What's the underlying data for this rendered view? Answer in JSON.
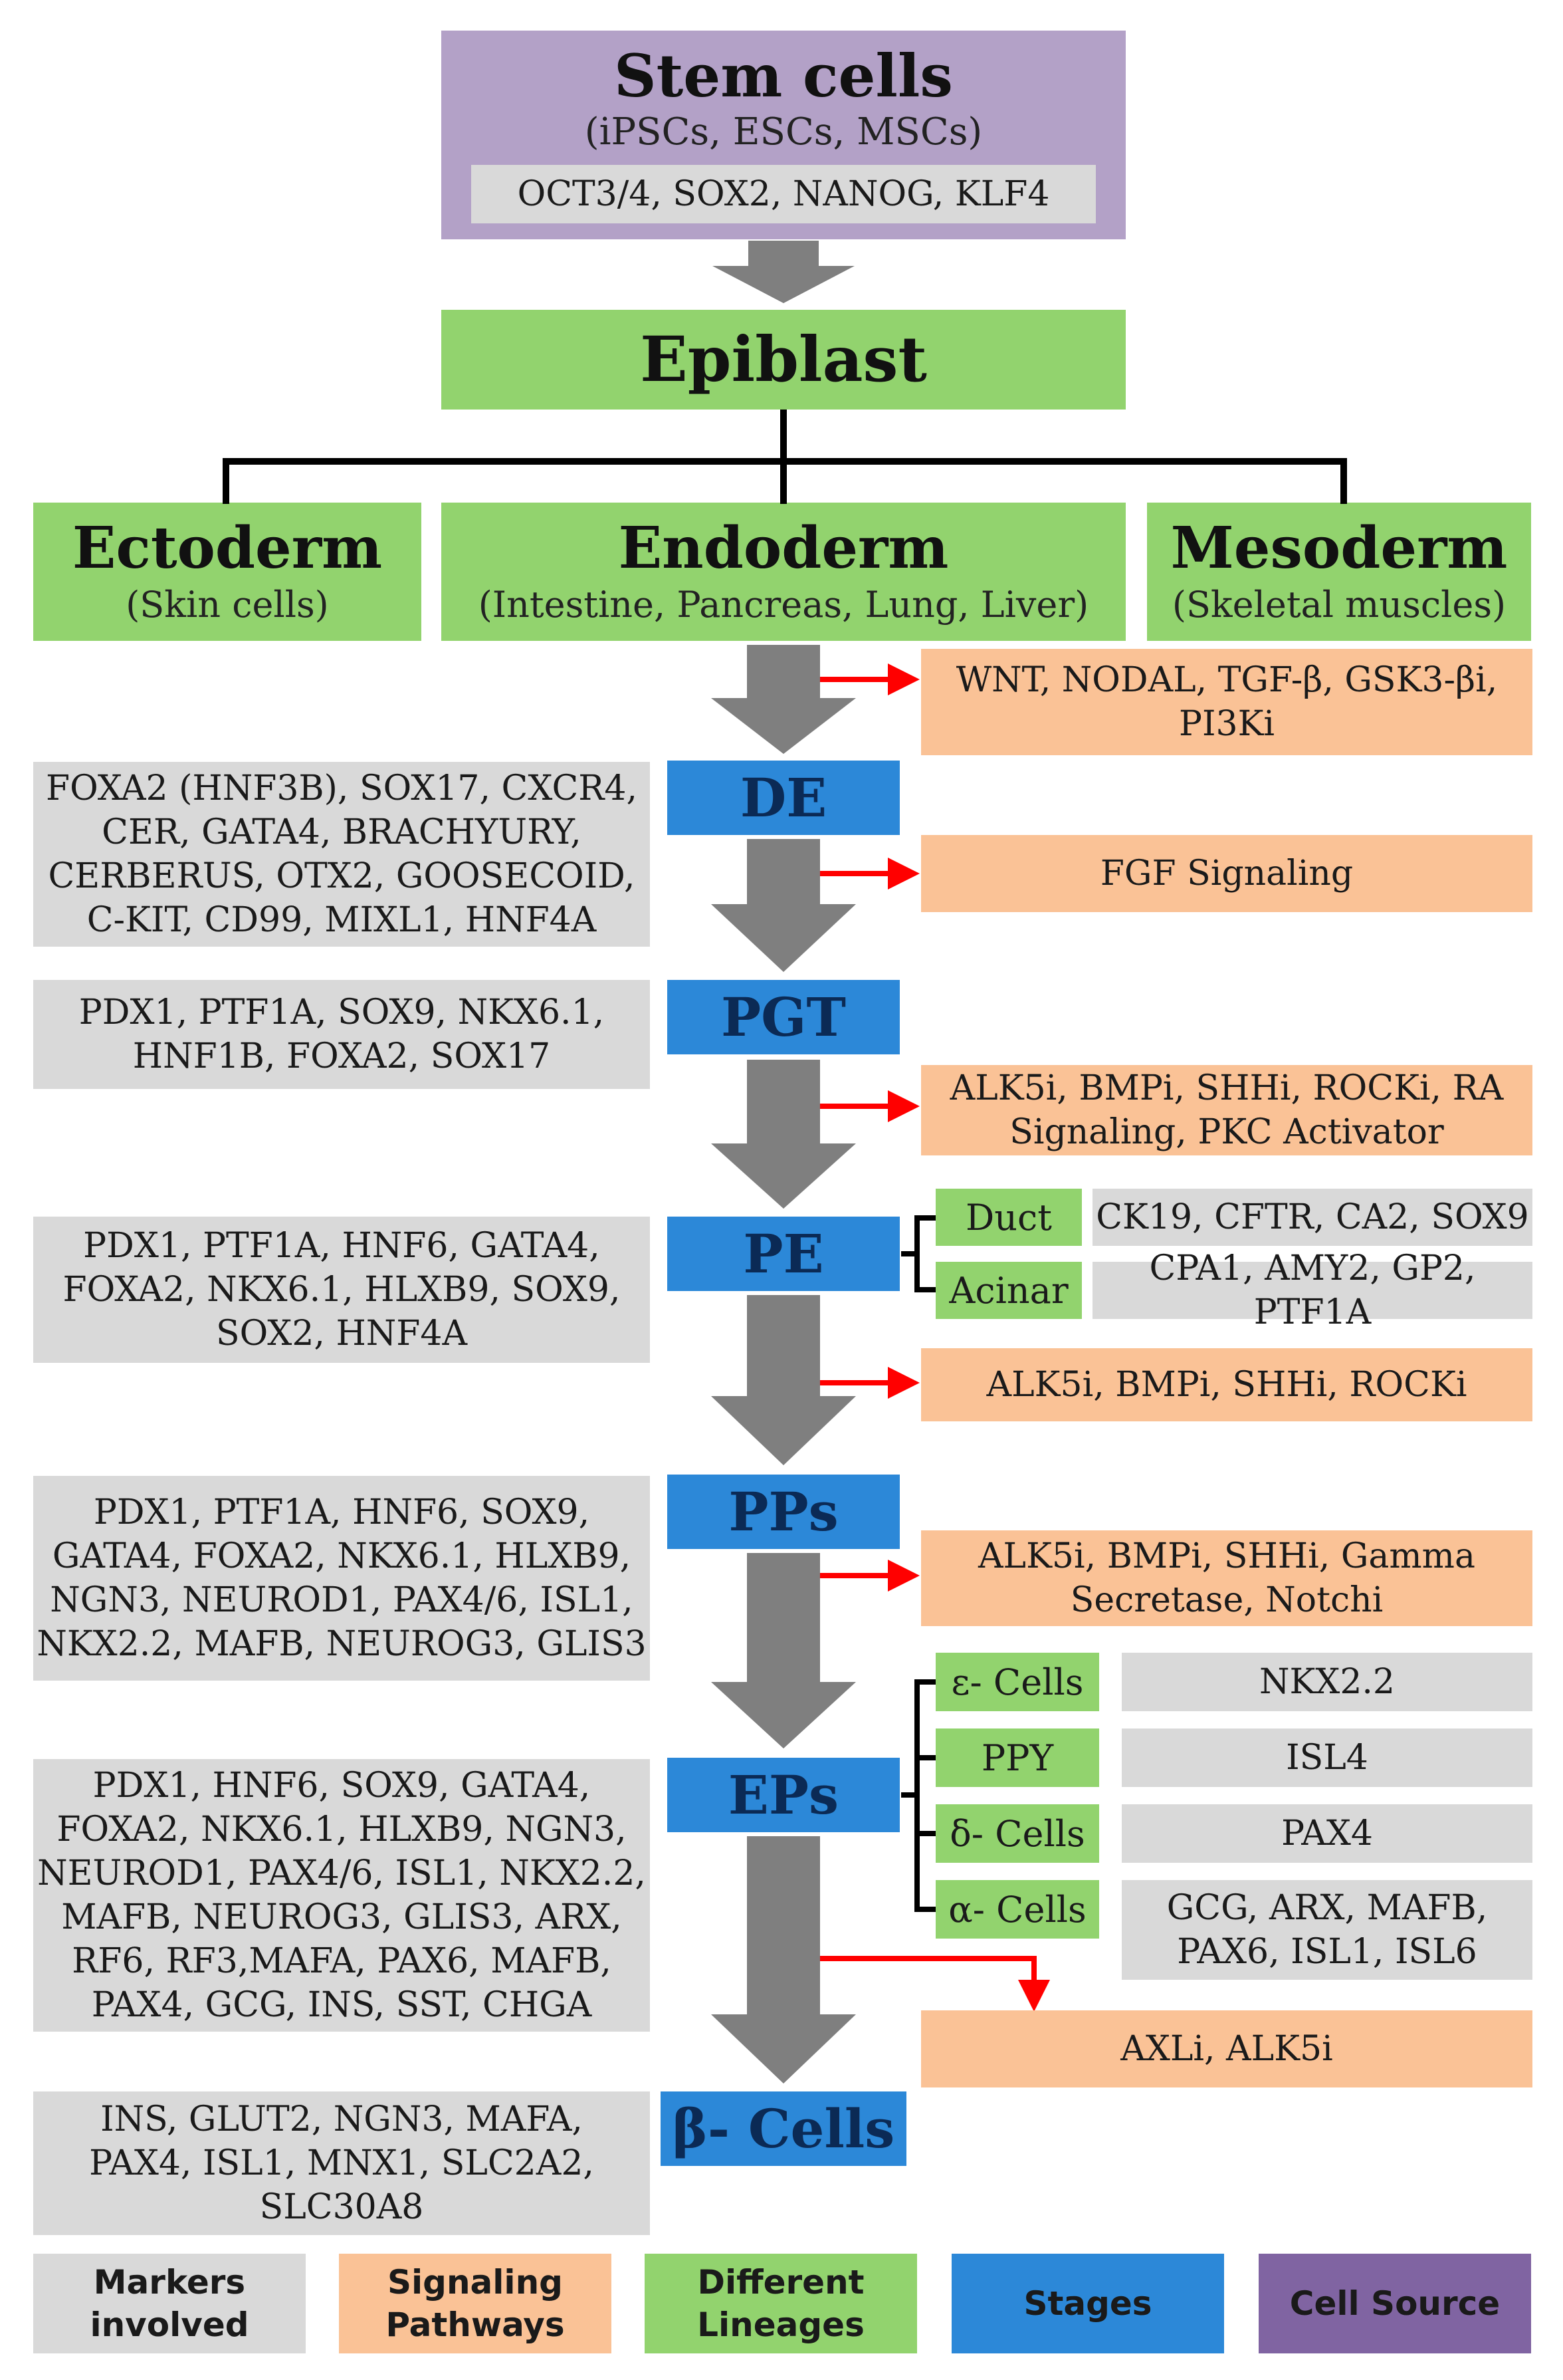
{
  "stem_cells": {
    "title": "Stem cells",
    "subtitle": "(iPSCs, ESCs, MSCs)",
    "markers": "OCT3/4, SOX2, NANOG, KLF4"
  },
  "epiblast": {
    "title": "Epiblast"
  },
  "lineages": {
    "ectoderm": {
      "title": "Ectoderm",
      "subtitle": "(Skin cells)"
    },
    "endoderm": {
      "title": "Endoderm",
      "subtitle": "(Intestine, Pancreas, Lung, Liver)"
    },
    "mesoderm": {
      "title": "Mesoderm",
      "subtitle": "(Skeletal muscles)"
    }
  },
  "stages": {
    "de": "DE",
    "pgt": "PGT",
    "pe": "PE",
    "pps": "PPs",
    "eps": "EPs",
    "beta": "β- Cells"
  },
  "markers": {
    "de": "FOXA2 (HNF3B), SOX17, CXCR4,\nCER, GATA4, BRACHYURY,\nCERBERUS, OTX2, GOOSECOID,\nC-KIT, CD99, MIXL1, HNF4A",
    "pgt": "PDX1, PTF1A, SOX9, NKX6.1,\nHNF1B, FOXA2, SOX17",
    "pe": "PDX1, PTF1A, HNF6, GATA4,\nFOXA2, NKX6.1, HLXB9, SOX9,\nSOX2, HNF4A",
    "pps": "PDX1, PTF1A, HNF6, SOX9,\nGATA4, FOXA2, NKX6.1, HLXB9,\nNGN3, NEUROD1, PAX4/6, ISL1,\nNKX2.2, MAFB, NEUROG3, GLIS3",
    "eps": "PDX1, HNF6, SOX9, GATA4,\nFOXA2, NKX6.1, HLXB9, NGN3,\nNEUROD1, PAX4/6, ISL1, NKX2.2,\nMAFB, NEUROG3, GLIS3, ARX,\nRF6, RF3,MAFA, PAX6, MAFB,\nPAX4, GCG, INS, SST, CHGA",
    "beta": "INS, GLUT2, NGN3, MAFA,\nPAX4, ISL1, MNX1, SLC2A2,\nSLC30A8"
  },
  "signaling": {
    "s1": "WNT, NODAL, TGF-β, GSK3-βi,\nPI3Ki",
    "s2": "FGF Signaling",
    "s3": "ALK5i, BMPi, SHHi, ROCKi, RA\nSignaling, PKC Activator",
    "s4": "ALK5i, BMPi, SHHi, ROCKi",
    "s5": "ALK5i, BMPi, SHHi, Gamma\nSecretase, Notchi",
    "s6": "AXLi, ALK5i"
  },
  "pe_branches": [
    {
      "label": "Duct",
      "markers": "CK19, CFTR, CA2, SOX9"
    },
    {
      "label": "Acinar",
      "markers": "CPA1, AMY2, GP2, PTF1A"
    }
  ],
  "ep_branches": [
    {
      "label": "ε- Cells",
      "markers": "NKX2.2"
    },
    {
      "label": "PPY",
      "markers": "ISL4"
    },
    {
      "label": "δ- Cells",
      "markers": "PAX4"
    },
    {
      "label": "α- Cells",
      "markers": "GCG, ARX, MAFB,\nPAX6, ISL1, ISL6"
    }
  ],
  "legend": {
    "markers": "Markers\ninvolved",
    "signaling": "Signaling\nPathways",
    "lineages": "Different\nLineages",
    "stages": "Stages",
    "cell_source": "Cell Source"
  },
  "colors": {
    "cell_source": "#b3a1c7",
    "lineages": "#92d36e",
    "markers": "#d9d9d9",
    "signaling": "#fac296",
    "stages": "#2c88d8",
    "arrow": "#7f7f7f",
    "signal_arrow": "#ff0000"
  }
}
